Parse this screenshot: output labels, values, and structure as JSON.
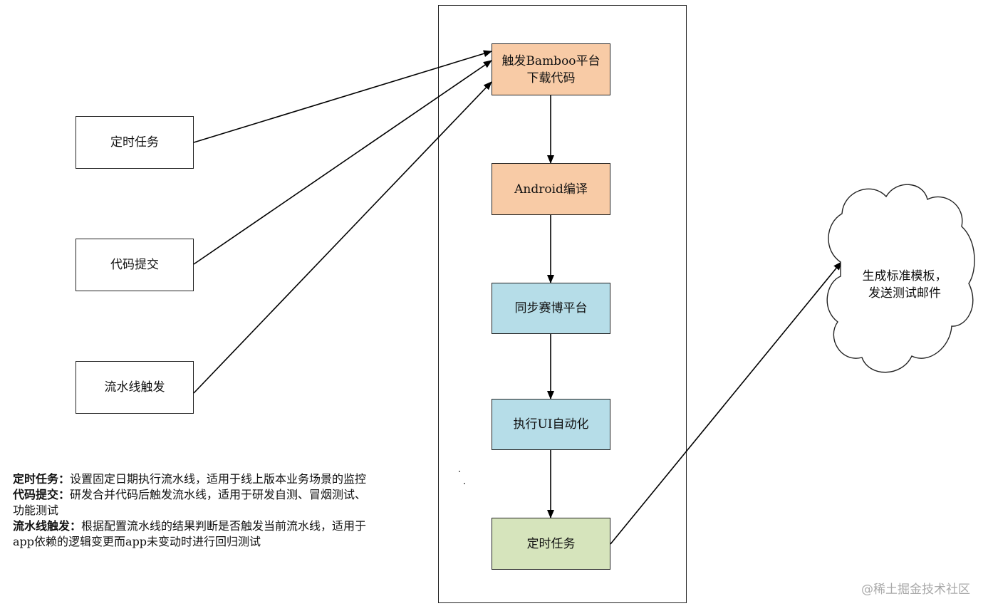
{
  "triggers": [
    {
      "label": "定时任务"
    },
    {
      "label": "代码提交"
    },
    {
      "label": "流水线触发"
    }
  ],
  "pipeline": [
    {
      "line1": "触发Bamboo平台",
      "line2": "下载代码"
    },
    {
      "line1": "Android编译"
    },
    {
      "line1": "同步赛博平台"
    },
    {
      "line1": "执行UI自动化"
    },
    {
      "line1": "定时任务"
    }
  ],
  "cloud": {
    "line1": "生成标准模板，",
    "line2": "发送测试邮件"
  },
  "legend": [
    {
      "term": "定时任务：",
      "desc": "设置固定日期执行流水线，适用于线上版本业务场景的监控"
    },
    {
      "term": "代码提交：",
      "desc": "研发合并代码后触发流水线，适用于研发自测、冒烟测试、功能测试"
    },
    {
      "term": "流水线触发：",
      "desc": "根据配置流水线的结果判断是否触发当前流水线，适用于app依赖的逻辑变更而app未变动时进行回归测试"
    }
  ],
  "watermark": "@稀土掘金技术社区",
  "colors": {
    "orange": "#f8cba6",
    "blue": "#b6dde8",
    "green": "#d6e4bc"
  }
}
